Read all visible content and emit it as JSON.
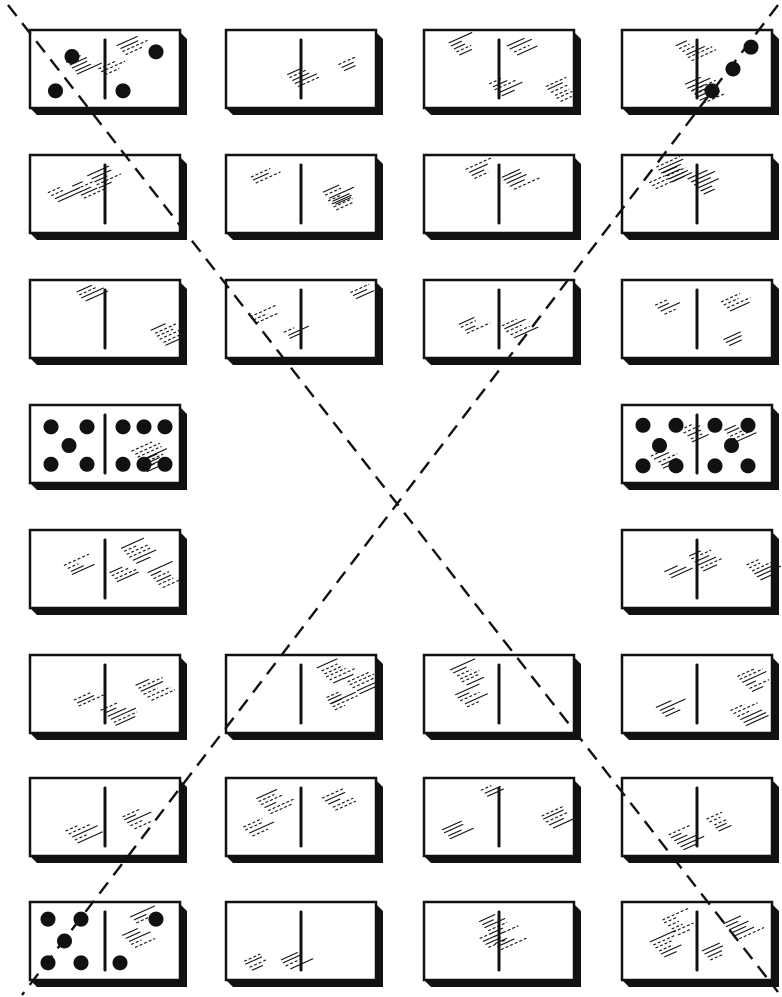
{
  "colors": {
    "ink": "#111111",
    "paper": "#ffffff",
    "shadow": "#111111"
  },
  "dominoes": [
    {
      "row": 0,
      "col": 0,
      "left_pips": [
        [
          0.28,
          0.34
        ],
        [
          0.17,
          0.78
        ]
      ],
      "right_pips": [
        [
          0.84,
          0.28
        ],
        [
          0.62,
          0.78
        ]
      ],
      "hatch": 3
    },
    {
      "row": 0,
      "col": 1,
      "left_pips": [],
      "right_pips": [],
      "hatch": 2
    },
    {
      "row": 0,
      "col": 2,
      "left_pips": [],
      "right_pips": [],
      "hatch": 4
    },
    {
      "row": 0,
      "col": 3,
      "left_pips": [],
      "right_pips": [
        [
          0.86,
          0.22
        ],
        [
          0.74,
          0.5
        ],
        [
          0.6,
          0.78
        ]
      ],
      "hatch": 3
    },
    {
      "row": 1,
      "col": 0,
      "left_pips": [],
      "right_pips": [],
      "hatch": 3
    },
    {
      "row": 1,
      "col": 1,
      "left_pips": [],
      "right_pips": [],
      "hatch": 3
    },
    {
      "row": 1,
      "col": 2,
      "left_pips": [],
      "right_pips": [],
      "hatch": 2
    },
    {
      "row": 1,
      "col": 3,
      "left_pips": [],
      "right_pips": [],
      "hatch": 4
    },
    {
      "row": 2,
      "col": 0,
      "left_pips": [],
      "right_pips": [],
      "hatch": 2
    },
    {
      "row": 2,
      "col": 1,
      "left_pips": [],
      "right_pips": [],
      "hatch": 3
    },
    {
      "row": 2,
      "col": 2,
      "left_pips": [],
      "right_pips": [],
      "hatch": 2
    },
    {
      "row": 2,
      "col": 3,
      "left_pips": [],
      "right_pips": [],
      "hatch": 3
    },
    {
      "row": 3,
      "col": 0,
      "left_pips": [
        [
          0.14,
          0.28
        ],
        [
          0.38,
          0.28
        ],
        [
          0.26,
          0.52
        ],
        [
          0.14,
          0.76
        ],
        [
          0.38,
          0.76
        ]
      ],
      "right_pips": [
        [
          0.62,
          0.28
        ],
        [
          0.76,
          0.28
        ],
        [
          0.9,
          0.28
        ],
        [
          0.62,
          0.76
        ],
        [
          0.76,
          0.76
        ],
        [
          0.9,
          0.76
        ]
      ],
      "hatch": 2
    },
    {
      "row": 3,
      "col": 3,
      "left_pips": [
        [
          0.14,
          0.26
        ],
        [
          0.36,
          0.26
        ],
        [
          0.25,
          0.52
        ],
        [
          0.14,
          0.78
        ],
        [
          0.36,
          0.78
        ]
      ],
      "right_pips": [
        [
          0.62,
          0.26
        ],
        [
          0.84,
          0.26
        ],
        [
          0.73,
          0.52
        ],
        [
          0.62,
          0.78
        ],
        [
          0.84,
          0.78
        ]
      ],
      "hatch": 3
    },
    {
      "row": 4,
      "col": 0,
      "left_pips": [],
      "right_pips": [],
      "hatch": 4
    },
    {
      "row": 4,
      "col": 3,
      "left_pips": [],
      "right_pips": [],
      "hatch": 3
    },
    {
      "row": 5,
      "col": 0,
      "left_pips": [],
      "right_pips": [],
      "hatch": 3
    },
    {
      "row": 5,
      "col": 1,
      "left_pips": [],
      "right_pips": [],
      "hatch": 4
    },
    {
      "row": 5,
      "col": 2,
      "left_pips": [],
      "right_pips": [],
      "hatch": 2
    },
    {
      "row": 5,
      "col": 3,
      "left_pips": [],
      "right_pips": [],
      "hatch": 3
    },
    {
      "row": 6,
      "col": 0,
      "left_pips": [],
      "right_pips": [],
      "hatch": 2
    },
    {
      "row": 6,
      "col": 1,
      "left_pips": [],
      "right_pips": [],
      "hatch": 3
    },
    {
      "row": 6,
      "col": 2,
      "left_pips": [],
      "right_pips": [],
      "hatch": 3
    },
    {
      "row": 6,
      "col": 3,
      "left_pips": [],
      "right_pips": [],
      "hatch": 2
    },
    {
      "row": 7,
      "col": 0,
      "left_pips": [
        [
          0.12,
          0.22
        ],
        [
          0.34,
          0.22
        ],
        [
          0.23,
          0.5
        ],
        [
          0.12,
          0.78
        ],
        [
          0.34,
          0.78
        ]
      ],
      "right_pips": [
        [
          0.84,
          0.22
        ],
        [
          0.6,
          0.78
        ]
      ],
      "hatch": 2
    },
    {
      "row": 7,
      "col": 1,
      "left_pips": [],
      "right_pips": [],
      "hatch": 2
    },
    {
      "row": 7,
      "col": 2,
      "left_pips": [],
      "right_pips": [],
      "hatch": 3
    },
    {
      "row": 7,
      "col": 3,
      "left_pips": [],
      "right_pips": [],
      "hatch": 4
    }
  ],
  "diagonals": [
    {
      "name": "diagonal-top-left-to-bottom-right"
    },
    {
      "name": "diagonal-top-right-to-bottom-left"
    }
  ]
}
